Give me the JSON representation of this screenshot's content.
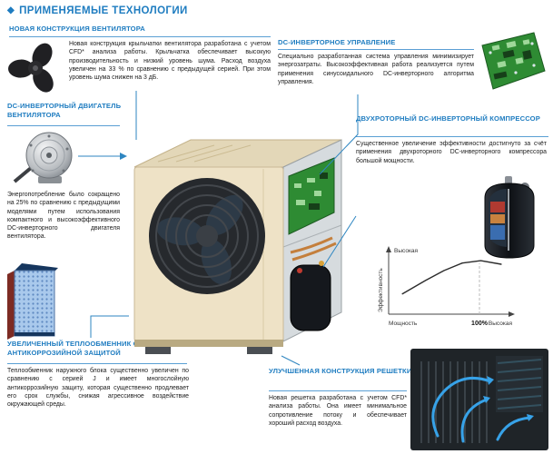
{
  "page": {
    "title": "ПРИМЕНЯЕМЫЕ ТЕХНОЛОГИИ",
    "diamond_icon": "◆"
  },
  "sections": {
    "fan": {
      "title": "НОВАЯ КОНСТРУКЦИЯ ВЕНТИЛЯТОРА",
      "body": "Новая конструкция крыльчатки вентилятора разработана с учетом CFD* анализа работы. Крыльчатка обеспечивает высокую производительность и низкий уровень шума. Расход воздуха увеличен на 33 % по сравнению с предыдущей серией. При этом уровень шума снижен на 3 дБ."
    },
    "control": {
      "title": "DC-ИНВЕРТОРНОЕ УПРАВЛЕНИЕ",
      "body": "Специально разработанная система управления минимизирует энергозатраты. Высокоэффективная работа реализуется путем применения синусоидального DC-инверторного алгоритма управления."
    },
    "motor": {
      "title": "DC-ИНВЕРТОРНЫЙ ДВИГАТЕЛЬ ВЕНТИЛЯТОРА",
      "body": "Энергопотребление было сокращено на 25% по сравнению с предыдущими моделями путем использования компактного и высокоэффективного DC-инверторного двигателя вентилятора."
    },
    "compressor": {
      "title": "ДВУХРОТОРНЫЙ DC-ИНВЕРТОРНЫЙ КОМПРЕССОР",
      "body": "Существенное увеличение эффективности достигнуто за счёт применения двухроторного DC-инверторного компрессора большой мощности."
    },
    "heat_exchanger": {
      "title": "УВЕЛИЧЕННЫЙ ТЕПЛООБМЕННИК С АНТИКОРРОЗИЙНОЙ ЗАЩИТОЙ",
      "body": "Теплообменник наружного блока существенно увеличен по сравнению с серией J и имеет многослойную антикоррозийную защиту, которая существенно продлевает его срок службы, снижая агрессивное воздействие окружающей среды."
    },
    "grille": {
      "title": "УЛУЧШЕННАЯ КОНСТРУКЦИЯ РЕШЕТКИ",
      "body": "Новая решетка разработана с учетом CFD* анализа работы. Она имеет минимальное сопротивление потоку и обеспечивает хороший расход воздуха."
    }
  },
  "chart_data": {
    "type": "line",
    "title": "",
    "ylabel": "Эффективность",
    "xlabel": "Мощность",
    "y_axis_top_label": "Высокая",
    "x_axis_right_label": "Высокая",
    "x_axis_marker": "100%",
    "x_percent": [
      15,
      40,
      60,
      80,
      100,
      122
    ],
    "efficiency": [
      35,
      58,
      75,
      88,
      92,
      86
    ],
    "xlim": [
      0,
      130
    ],
    "ylim": [
      0,
      100
    ],
    "grid": false,
    "legend": "none"
  },
  "colors": {
    "accent_blue": "#1e7cc0",
    "callout_blue": "#2e86c1",
    "unit_beige": "#eee2c6",
    "pcb_green": "#2e8b33",
    "airflow_blue": "#37a2e8"
  }
}
